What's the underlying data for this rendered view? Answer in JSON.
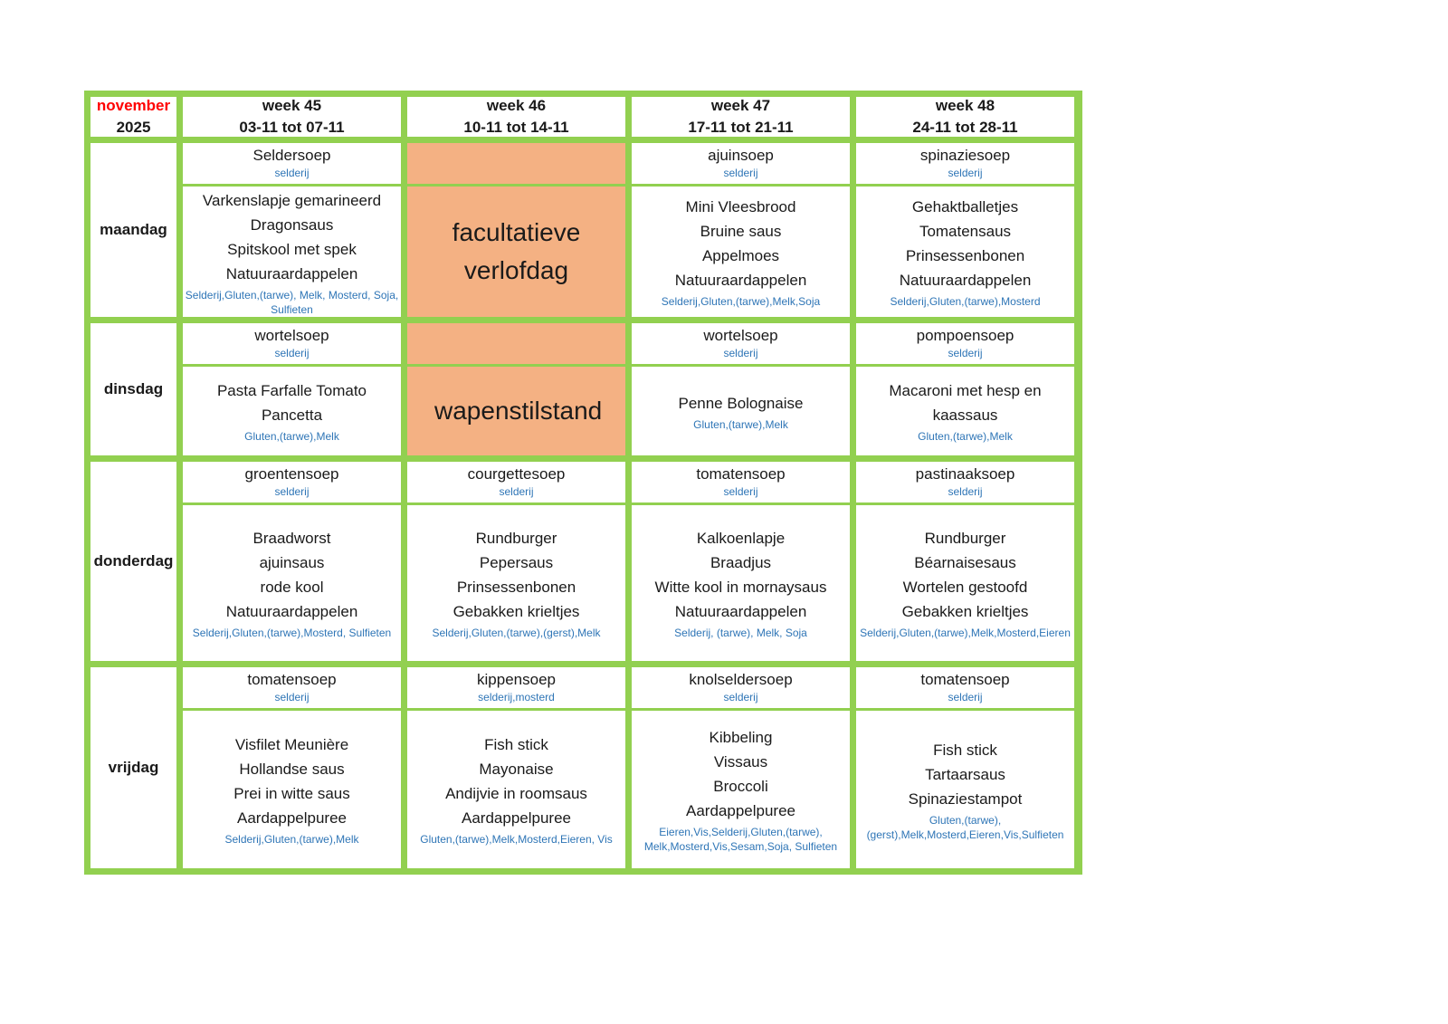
{
  "colors": {
    "border_green": "#92D050",
    "holiday_orange": "#F4B183",
    "allergen_blue": "#2E75B6",
    "month_red": "#FF0000"
  },
  "header": {
    "month": "november",
    "year": "2025",
    "weeks": [
      {
        "label": "week 45",
        "range": "03-11 tot 07-11"
      },
      {
        "label": "week 46",
        "range": "10-11 tot 14-11"
      },
      {
        "label": "week 47",
        "range": "17-11 tot 21-11"
      },
      {
        "label": "week 48",
        "range": "24-11 tot 28-11"
      }
    ]
  },
  "rows": [
    {
      "day": "maandag",
      "cells": [
        {
          "type": "menu",
          "soup": "Seldersoep",
          "soup_allergens": "selderij",
          "dishes": [
            "Varkenslapje gemarineerd",
            "Dragonsaus",
            "Spitskool met spek",
            "Natuuraardappelen"
          ],
          "allergens": "Selderij,Gluten,(tarwe), Melk, Mosterd, Soja, Sulfieten"
        },
        {
          "type": "holiday",
          "text": "facultatieve verlofdag"
        },
        {
          "type": "menu",
          "soup": "ajuinsoep",
          "soup_allergens": "selderij",
          "dishes": [
            "Mini Vleesbrood",
            "Bruine saus",
            "Appelmoes",
            "Natuuraardappelen"
          ],
          "allergens": "Selderij,Gluten,(tarwe),Melk,Soja"
        },
        {
          "type": "menu",
          "soup": "spinaziesoep",
          "soup_allergens": "selderij",
          "dishes": [
            "Gehaktballetjes",
            "Tomatensaus",
            "Prinsessenbonen",
            "Natuuraardappelen"
          ],
          "allergens": "Selderij,Gluten,(tarwe),Mosterd"
        }
      ]
    },
    {
      "day": "dinsdag",
      "cells": [
        {
          "type": "menu",
          "soup": "wortelsoep",
          "soup_allergens": "selderij",
          "dishes": [
            "Pasta Farfalle Tomato",
            "Pancetta"
          ],
          "allergens": "Gluten,(tarwe),Melk"
        },
        {
          "type": "holiday",
          "text": "wapenstilstand"
        },
        {
          "type": "menu",
          "soup": "wortelsoep",
          "soup_allergens": "selderij",
          "dishes": [
            "Penne Bolognaise"
          ],
          "allergens": "Gluten,(tarwe),Melk"
        },
        {
          "type": "menu",
          "soup": "pompoensoep",
          "soup_allergens": "selderij",
          "dishes": [
            "Macaroni met hesp en kaassaus"
          ],
          "allergens": "Gluten,(tarwe),Melk"
        }
      ]
    },
    {
      "day": "donderdag",
      "cells": [
        {
          "type": "menu",
          "soup": "groentensoep",
          "soup_allergens": "selderij",
          "dishes": [
            "Braadworst",
            "ajuinsaus",
            "rode kool",
            "Natuuraardappelen"
          ],
          "allergens": "Selderij,Gluten,(tarwe),Mosterd, Sulfieten"
        },
        {
          "type": "menu",
          "soup": "courgettesoep",
          "soup_allergens": "selderij",
          "dishes": [
            "Rundburger",
            "Pepersaus",
            "Prinsessenbonen",
            "Gebakken krieltjes"
          ],
          "allergens": "Selderij,Gluten,(tarwe),(gerst),Melk"
        },
        {
          "type": "menu",
          "soup": "tomatensoep",
          "soup_allergens": "selderij",
          "dishes": [
            "Kalkoenlapje",
            "Braadjus",
            "Witte kool in mornaysaus",
            "Natuuraardappelen"
          ],
          "allergens": "Selderij, (tarwe), Melk, Soja"
        },
        {
          "type": "menu",
          "soup": "pastinaaksoep",
          "soup_allergens": "selderij",
          "dishes": [
            "Rundburger",
            "Béarnaisesaus",
            "Wortelen gestoofd",
            "Gebakken krieltjes"
          ],
          "allergens": "Selderij,Gluten,(tarwe),Melk,Mosterd,Eieren"
        }
      ]
    },
    {
      "day": "vrijdag",
      "cells": [
        {
          "type": "menu",
          "soup": "tomatensoep",
          "soup_allergens": "selderij",
          "dishes": [
            "Visfilet Meunière",
            "Hollandse saus",
            "Prei in witte saus",
            "Aardappelpuree"
          ],
          "allergens": "Selderij,Gluten,(tarwe),Melk"
        },
        {
          "type": "menu",
          "soup": "kippensoep",
          "soup_allergens": "selderij,mosterd",
          "dishes": [
            "Fish stick",
            "Mayonaise",
            "Andijvie in roomsaus",
            "Aardappelpuree"
          ],
          "allergens": "Gluten,(tarwe),Melk,Mosterd,Eieren, Vis"
        },
        {
          "type": "menu",
          "soup": "knolseldersoep",
          "soup_allergens": "selderij",
          "dishes": [
            "Kibbeling",
            "Vissaus",
            "Broccoli",
            "Aardappelpuree"
          ],
          "allergens": "Eieren,Vis,Selderij,Gluten,(tarwe), Melk,Mosterd,Vis,Sesam,Soja, Sulfieten"
        },
        {
          "type": "menu",
          "soup": "tomatensoep",
          "soup_allergens": "selderij",
          "dishes": [
            "Fish stick",
            "Tartaarsaus",
            "Spinaziestampot"
          ],
          "allergens": "Gluten,(tarwe),(gerst),Melk,Mosterd,Eieren,Vis,Sulfieten"
        }
      ]
    }
  ]
}
